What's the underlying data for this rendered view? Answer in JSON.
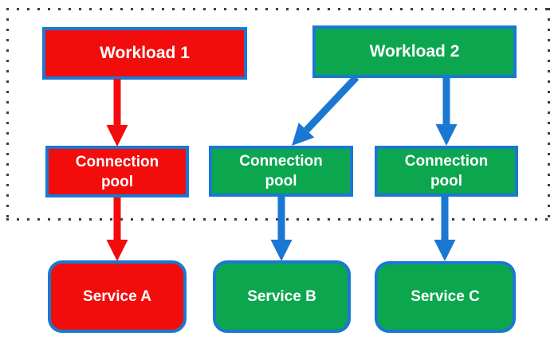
{
  "colors": {
    "red": "#f20c0c",
    "green": "#0ca64f",
    "blue": "#1a78d2",
    "text": "#ffffff",
    "dots": "#3f3f3f",
    "background": "#ffffff"
  },
  "diagram": {
    "boundary": "dotted-rectangle",
    "nodes": [
      {
        "id": "workload-1",
        "label": "Workload 1",
        "color": "red"
      },
      {
        "id": "workload-2",
        "label": "Workload 2",
        "color": "green"
      },
      {
        "id": "connection-pool-1",
        "label": "Connection pool",
        "color": "red"
      },
      {
        "id": "connection-pool-2",
        "label": "Connection pool",
        "color": "green"
      },
      {
        "id": "connection-pool-3",
        "label": "Connection pool",
        "color": "green"
      },
      {
        "id": "service-a",
        "label": "Service A",
        "color": "red"
      },
      {
        "id": "service-b",
        "label": "Service B",
        "color": "green"
      },
      {
        "id": "service-c",
        "label": "Service C",
        "color": "green"
      }
    ],
    "edges": [
      {
        "from": "workload-1",
        "to": "connection-pool-1",
        "color": "red"
      },
      {
        "from": "connection-pool-1",
        "to": "service-a",
        "color": "red"
      },
      {
        "from": "workload-2",
        "to": "connection-pool-2",
        "color": "blue"
      },
      {
        "from": "workload-2",
        "to": "connection-pool-3",
        "color": "blue"
      },
      {
        "from": "connection-pool-2",
        "to": "service-b",
        "color": "blue"
      },
      {
        "from": "connection-pool-3",
        "to": "service-c",
        "color": "blue"
      }
    ]
  }
}
